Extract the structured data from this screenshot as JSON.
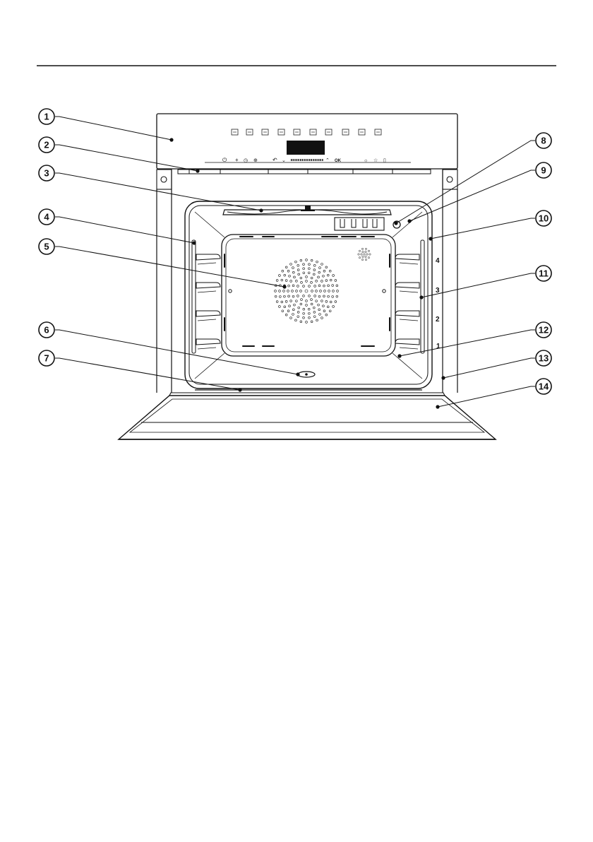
{
  "callouts": [
    {
      "num": "1"
    },
    {
      "num": "2"
    },
    {
      "num": "3"
    },
    {
      "num": "4"
    },
    {
      "num": "5"
    },
    {
      "num": "6"
    },
    {
      "num": "7"
    },
    {
      "num": "8"
    },
    {
      "num": "9"
    },
    {
      "num": "10"
    },
    {
      "num": "11"
    },
    {
      "num": "12"
    },
    {
      "num": "13"
    },
    {
      "num": "14"
    }
  ],
  "shelf_levels": [
    "4",
    "3",
    "2",
    "1"
  ],
  "control_panel": {
    "ok_label": "OK",
    "icons": [
      "power-icon",
      "plus-icon",
      "timer-icon",
      "memory-icon",
      "back-icon",
      "chevron-down-icon",
      "chevron-up-icon",
      "light-icon",
      "favourites-icon",
      "door-icon"
    ],
    "mode_icons": [
      "fan-plus-icon",
      "auto-roast-icon",
      "grill-icon",
      "conventional-icon",
      "bottom-heat-icon",
      "top-heat-icon",
      "intensive-bake-icon",
      "fan-grill-icon",
      "defrost-icon",
      "cake-plus-icon"
    ]
  },
  "colors": {
    "line": "#111111",
    "background": "#ffffff"
  }
}
